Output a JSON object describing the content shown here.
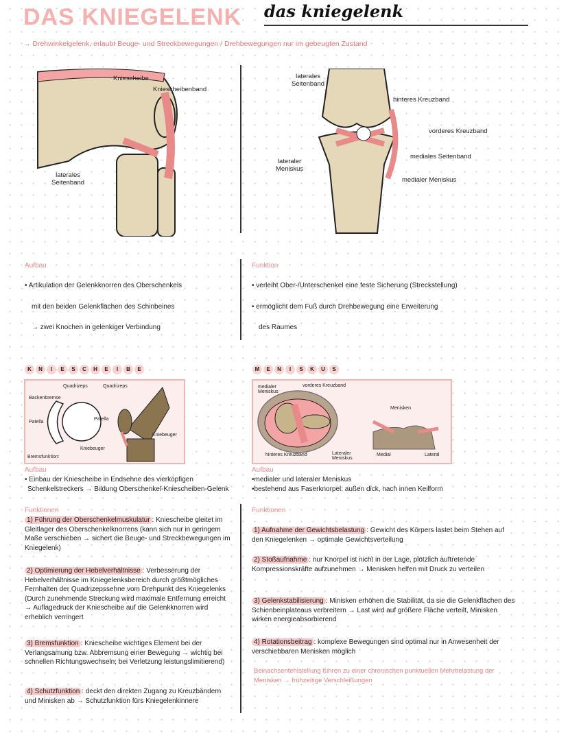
{
  "title": {
    "big": "DAS KNIEGELENK",
    "script": "das kniegelenk"
  },
  "subtitle": "→ Drehwinkelgelenk, erlaubt Beuge- und Streckbewegungen / Drehbewegungen nur im gebeugten Zustand",
  "diagram_left": {
    "labels": [
      "Kniescheibe",
      "Kniescheibenband",
      "laterales\nSeitenband"
    ]
  },
  "diagram_right": {
    "labels": [
      "laterales\nSeitenband",
      "hinteres Kreuzband",
      "vorderes Kreuzband",
      "mediales Seitenband",
      "lateraler\nMeniskus",
      "medialer Meniskus"
    ]
  },
  "aufbau": {
    "heading": "Aufbau",
    "lines": [
      "• Artikulation der Gelenkknorren des Oberschenkels",
      "mit den beiden Gelenkflächen des Schinbeines",
      "→ zwei Knochen in gelenkiger Verbindung"
    ]
  },
  "funktion": {
    "heading": "Funktion",
    "lines": [
      "• verleiht Ober-/Unterschenkel eine feste Sicherung (Streckstellung)",
      "• ermöglicht dem Fuß durch Drehbewegung eine Erweiterung",
      "des Raumes"
    ]
  },
  "kniescheibe": {
    "letters": [
      "K",
      "N",
      "I",
      "E",
      "S",
      "C",
      "H",
      "E",
      "I",
      "B",
      "E"
    ],
    "diagram_labels": [
      "Quadrizeps",
      "Quadrizeps",
      "Backenbremse",
      "Patella",
      "Patella",
      "Kniebeuger",
      "Kniebeuger",
      "Bremsfunktion:"
    ],
    "aufbau_heading": "Aufbau",
    "aufbau_lines": [
      "• Einbau der Kniescheibe in Endsehne des vierköpfigen",
      "Schenkelstreckers → Bildung Oberschenkel-Kniescheiben-Gelenk"
    ],
    "funktionen_heading": "Funktionen",
    "items": [
      {
        "title": "1) Führung der Oberschenkelmuskulatur",
        "text": ": Kniescheibe gleitet im Gleitlager des Oberschenkelknorrens (kann sich nur in geringem Maße verschieben → sichert die Beuge- und Streckbewegungen im Kniegelenk)"
      },
      {
        "title": "2) Optimierung der Hebelverhältnisse",
        "text": ": Verbesserung der Hebelverhältnisse im Kniegelenksbereich durch größtmögliches Fernhalten der Quadrizepssehne vom Drehpunkt des Kniegelenks (Durch zunehmende Streckung wird maximale Entfernung erreicht → Auflagedruck der Kniescheibe auf die Gelenkknorren wird erheblich verringert"
      },
      {
        "title": "3) Bremsfunktion",
        "text": ": Kniescheibe wichtiges Element bei der Verlangsamung bzw. Abbremsung einer Bewegung → wichtig bei schnellen Richtungswechseln; bei Verletzung leistungslimitierend)"
      },
      {
        "title": "4) Schutzfunktion",
        "text": ": deckt den direkten Zugang zu Kreuzbändern und Minisken ab → Schutzfunktion fürs Kniegelenkinnere"
      }
    ]
  },
  "meniskus": {
    "letters": [
      "M",
      "E",
      "N",
      "I",
      "S",
      "K",
      "U",
      "S"
    ],
    "diagram_labels": [
      "medialer\nMeniskus",
      "vorderes Kreuzband",
      "Menisken",
      "hinteres Kreuzband",
      "Lateraler\nMeniskus",
      "Medial",
      "Lateral"
    ],
    "aufbau_heading": "Aufbau",
    "aufbau_lines": [
      "•medialer und lateraler Meniskus",
      "•bestehend aus Faserknorpel: außen dick, nach innen Keilform"
    ],
    "funktionen_heading": "Funktionen",
    "items": [
      {
        "title": "1) Aufnahme der Gewichtsbelastung",
        "text": ": Gewicht des Körpers lastet beim Stehen auf den Kniegelenken → optimale Gewichtsverteilung"
      },
      {
        "title": "2) Stoßaufnahme",
        "text": ": nur Knorpel ist nicht in der Lage, plötzlich auftretende Kompressionskräfte aufzunehmen → Menisken helfen mit Druck zu verteilen"
      },
      {
        "title": "3) Gelenkstabilisierung",
        "text": ": Minisken erhöhen die Stabilität, da sie die Gelenkflächen des Schienbeinplateaus verbreitern → Last wird auf größere Fläche verteilt, Minisken wirken energieabsorbierend"
      },
      {
        "title": "4) Rotationsbeitrag",
        "text": ": komplexe Bewegungen sind optimal nur in Anwesenheit der verschiebbaren Menisken möglich"
      }
    ],
    "note": "Beinachsenfehlstellung führen zu einer chronischen punktuellen Mehrbelastung der Menisken → frühzeitige Verschleißungen"
  },
  "colors": {
    "accent": "#ec8080",
    "highlight": "#f7c9c9",
    "bone": "#e5d8b8",
    "ligament": "#e88a8a"
  }
}
